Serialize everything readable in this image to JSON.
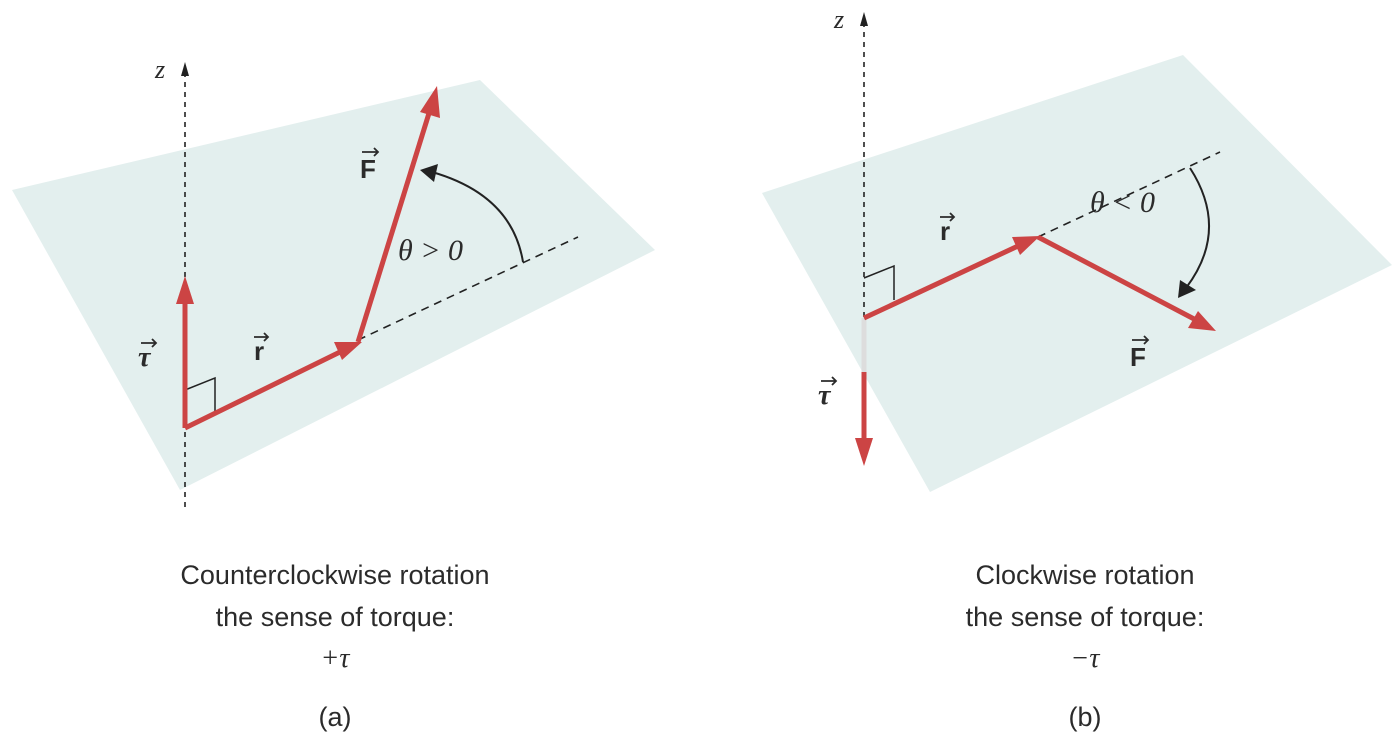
{
  "panel_a": {
    "axis_label": "z",
    "vector_tau": "τ",
    "vector_r": "r",
    "vector_F": "F",
    "angle_label": "θ > 0",
    "caption_line1": "Counterclockwise rotation",
    "caption_line2": "the sense of torque:",
    "caption_symbol": "+τ",
    "tag": "(a)"
  },
  "panel_b": {
    "axis_label": "z",
    "vector_tau": "τ",
    "vector_r": "r",
    "vector_F": "F",
    "angle_label": "θ < 0",
    "caption_line1": "Clockwise rotation",
    "caption_line2": "the sense of torque:",
    "caption_symbol": "−τ",
    "tag": "(b)"
  },
  "colors": {
    "plane": "#e3efee",
    "vector": "#cc4444",
    "axis": "#222222",
    "text": "#2b2b2b"
  }
}
